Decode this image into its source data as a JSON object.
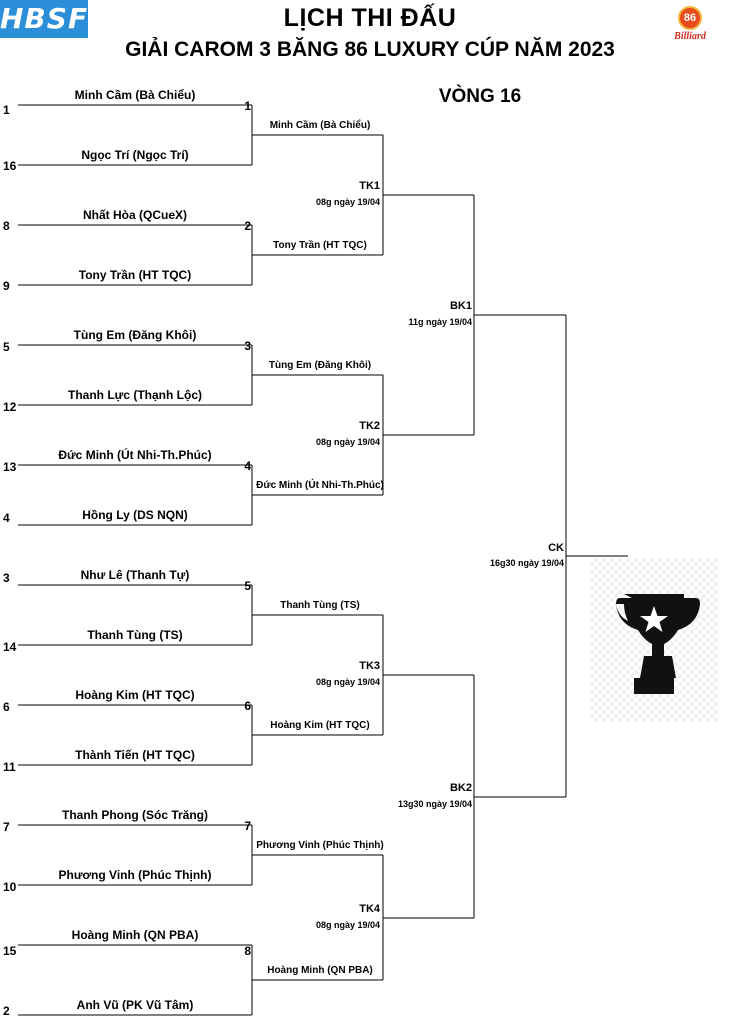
{
  "header": {
    "title_line1": "LỊCH THI ĐẤU",
    "title_line2": "GIẢI CAROM 3 BĂNG 86 LUXURY CÚP NĂM 2023",
    "round": "VÒNG 16",
    "logo_left_text": "HBSF",
    "logo_right_number": "86",
    "logo_right_text": "Billiard"
  },
  "round_of_16": {
    "players": [
      {
        "seed": "1",
        "name": "Minh Cầm (Bà Chiểu)"
      },
      {
        "seed": "16",
        "name": "Ngọc Trí (Ngọc Trí)"
      },
      {
        "seed": "8",
        "name": "Nhất Hòa (QCueX)"
      },
      {
        "seed": "9",
        "name": "Tony Trần (HT TQC)"
      },
      {
        "seed": "5",
        "name": "Tùng Em (Đăng Khôi)"
      },
      {
        "seed": "12",
        "name": "Thanh Lực (Thạnh Lộc)"
      },
      {
        "seed": "13",
        "name": "Đức Minh (Út Nhi-Th.Phúc)"
      },
      {
        "seed": "4",
        "name": "Hồng Ly (DS NQN)"
      },
      {
        "seed": "3",
        "name": "Như Lê (Thanh Tự)"
      },
      {
        "seed": "14",
        "name": "Thanh Tùng (TS)"
      },
      {
        "seed": "6",
        "name": "Hoàng Kim (HT TQC)"
      },
      {
        "seed": "11",
        "name": "Thành Tiến (HT TQC)"
      },
      {
        "seed": "7",
        "name": "Thanh Phong (Sóc Trăng)"
      },
      {
        "seed": "10",
        "name": "Phương Vinh (Phúc Thịnh)"
      },
      {
        "seed": "15",
        "name": "Hoàng Minh (QN PBA)"
      },
      {
        "seed": "2",
        "name": "Anh Vũ (PK Vũ Tâm)"
      }
    ],
    "matches": [
      {
        "number": "1",
        "winner": "Minh Cầm (Bà Chiểu)"
      },
      {
        "number": "2",
        "winner": "Tony Trần (HT TQC)"
      },
      {
        "number": "3",
        "winner": "Tùng Em (Đăng Khôi)"
      },
      {
        "number": "4",
        "winner": "Đức Minh (Út Nhi-Th.Phúc)"
      },
      {
        "number": "5",
        "winner": "Thanh Tùng (TS)"
      },
      {
        "number": "6",
        "winner": "Hoàng Kim (HT TQC)"
      },
      {
        "number": "7",
        "winner": "Phương Vinh (Phúc Thịnh)"
      },
      {
        "number": "8",
        "winner": "Hoàng Minh (QN PBA)"
      }
    ]
  },
  "quarterfinals": [
    {
      "label": "TK1",
      "time": "08g  ngày 19/04"
    },
    {
      "label": "TK2",
      "time": "08g  ngày 19/04"
    },
    {
      "label": "TK3",
      "time": "08g  ngày 19/04"
    },
    {
      "label": "TK4",
      "time": "08g  ngày 19/04"
    }
  ],
  "semifinals": [
    {
      "label": "BK1",
      "time": "11g ngày 19/04"
    },
    {
      "label": "BK2",
      "time": "13g30 ngày 19/04"
    }
  ],
  "final": {
    "label": "CK",
    "time": "16g30   ngày 19/04"
  },
  "trophy_icon": "trophy-star-icon",
  "colors": {
    "line": "#000000",
    "logo_blue": "#2a8fd8",
    "logo_red": "#d62a1c"
  }
}
